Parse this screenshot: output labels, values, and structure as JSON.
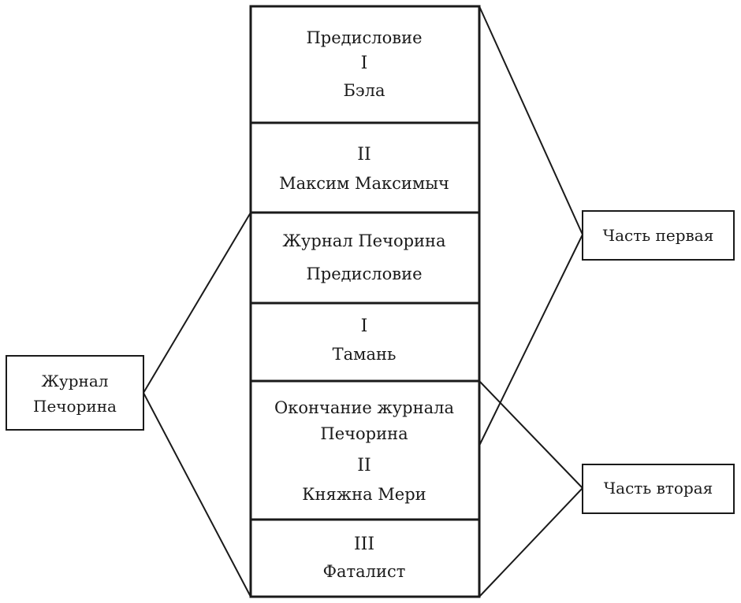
{
  "sections": [
    {
      "lines": [
        "Предисловие",
        "I",
        "Бэла"
      ]
    },
    {
      "lines": [
        "II",
        "Максим Максимыч"
      ]
    },
    {
      "lines": [
        "Журнал Печорина",
        "Предисловие"
      ]
    },
    {
      "lines": [
        "I",
        "Тамань"
      ]
    },
    {
      "lines": [
        "Окончание журнала",
        "Печорина",
        "II",
        "Княжна Мери"
      ]
    },
    {
      "lines": [
        "III",
        "Фаталист"
      ]
    }
  ],
  "left_label": {
    "lines": [
      "Журнал",
      "Печорина"
    ]
  },
  "right_top": {
    "label": "Часть первая"
  },
  "right_bottom": {
    "label": "Часть вторая"
  }
}
